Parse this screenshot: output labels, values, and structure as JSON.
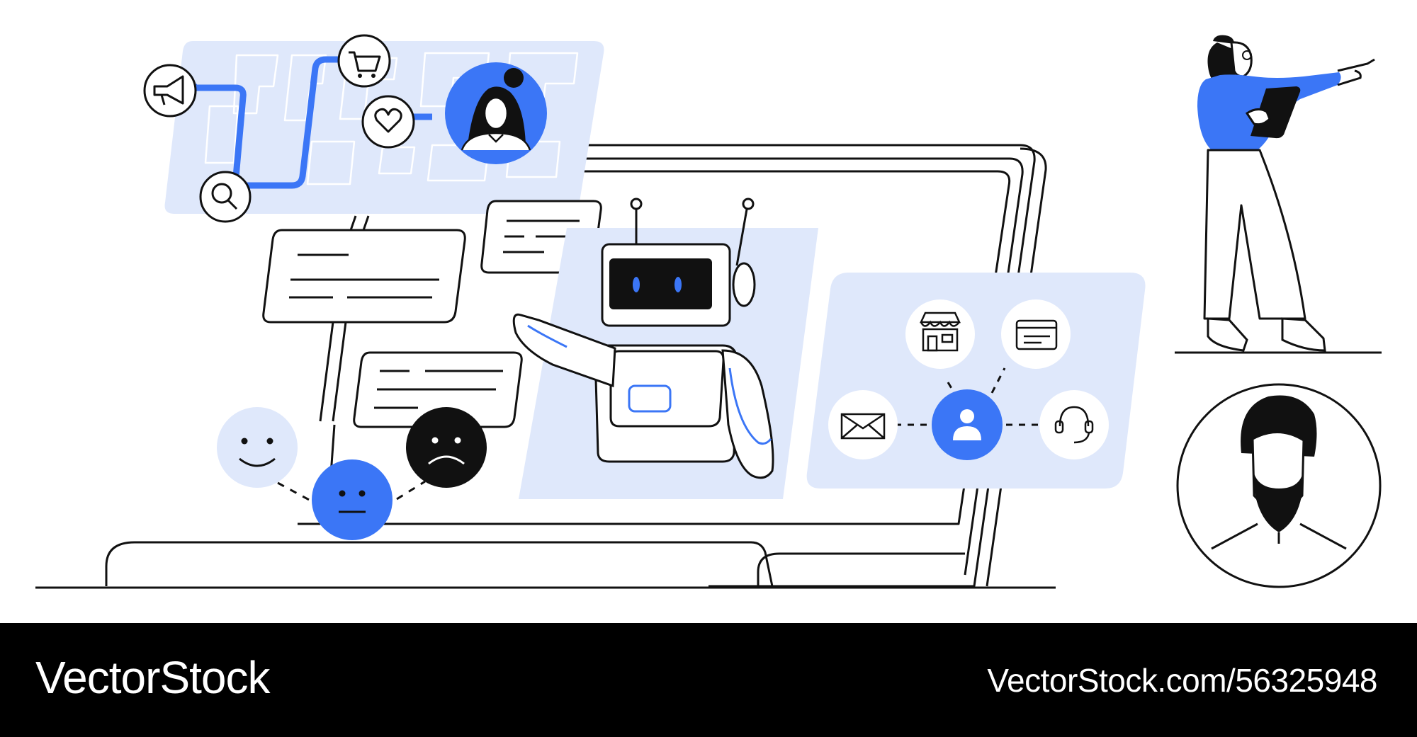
{
  "colors": {
    "accent": "#3b76f6",
    "panel": "#dfe8fb",
    "ink": "#111111",
    "footer_bg": "#000000",
    "footer_text": "#ffffff"
  },
  "illustration": {
    "journey_icons": [
      "megaphone-icon",
      "search-icon",
      "cart-icon",
      "heart-icon",
      "customer-avatar-icon"
    ],
    "channel_icons": [
      "store-icon",
      "browser-window-icon",
      "mail-icon",
      "user-icon",
      "headset-icon"
    ],
    "sentiment_icons": [
      "happy-face-icon",
      "neutral-face-icon",
      "sad-face-icon"
    ],
    "figures": [
      "robot",
      "woman-with-tablet",
      "bearded-man-avatar"
    ]
  },
  "footer": {
    "brand": "VectorStock",
    "url": "VectorStock.com/56325948"
  }
}
